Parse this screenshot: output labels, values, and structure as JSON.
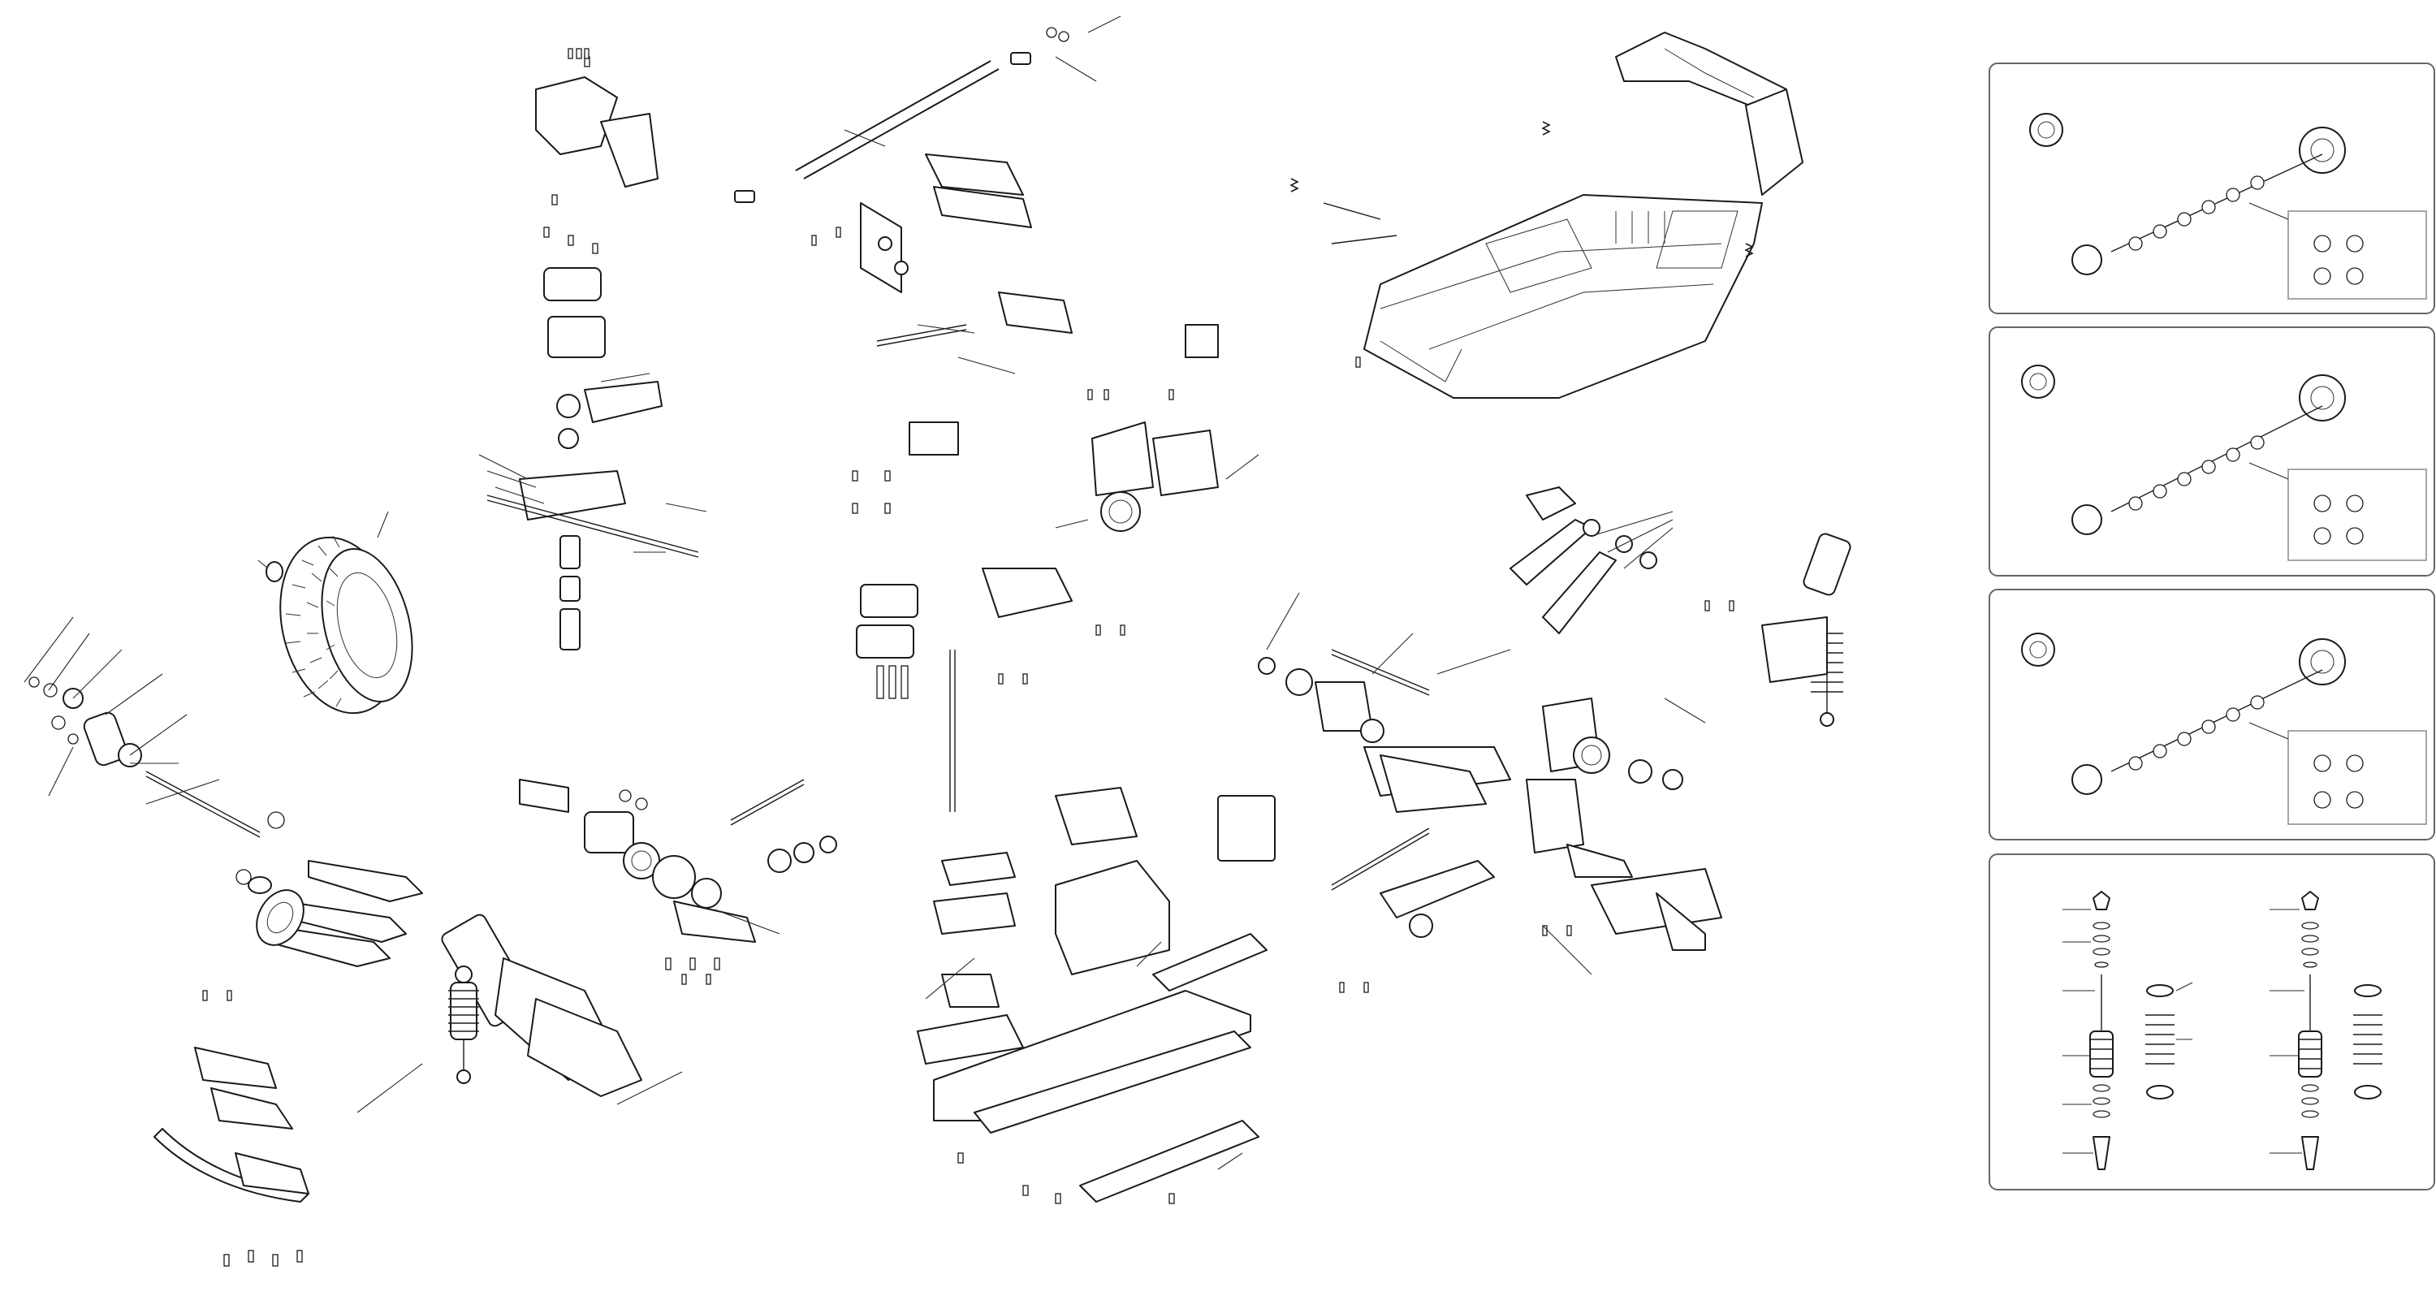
{
  "diagram": {
    "kind": "exploded-parts-view",
    "text_labels": [],
    "panels": [
      {
        "id": "diff-1",
        "content": "differential"
      },
      {
        "id": "diff-2",
        "content": "differential"
      },
      {
        "id": "diff-3",
        "content": "differential"
      },
      {
        "id": "shock-detail",
        "content": "shocks"
      }
    ]
  }
}
